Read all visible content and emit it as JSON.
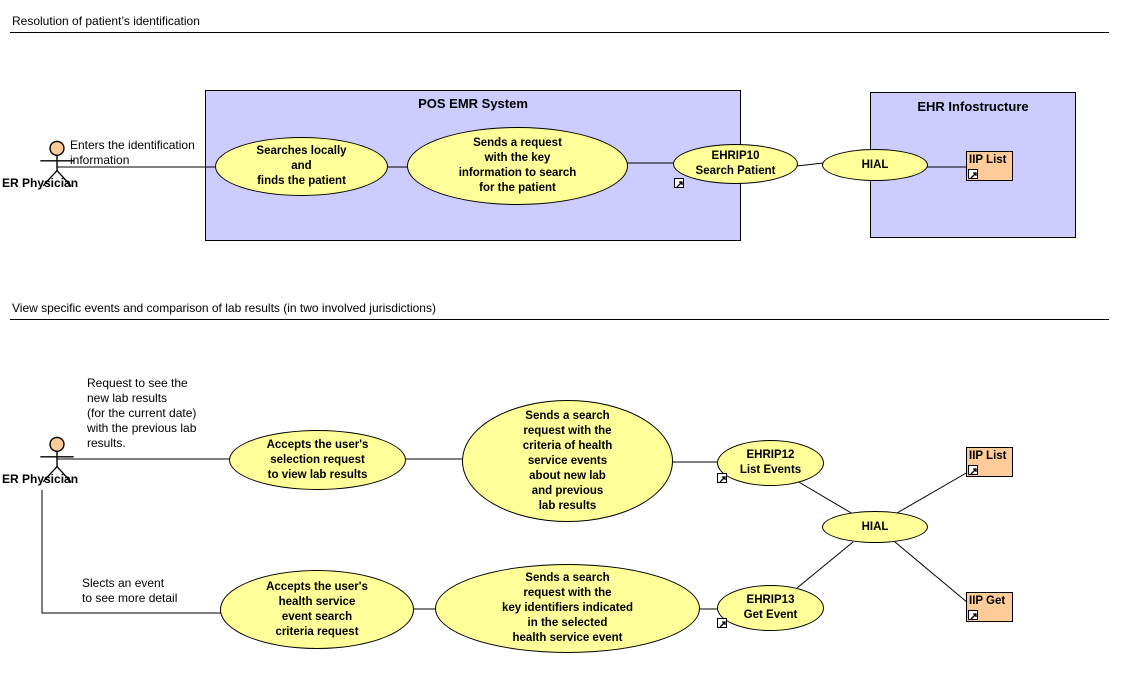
{
  "sections": [
    {
      "title": "Resolution of patient’s identification"
    },
    {
      "title": "View specific events and comparison of lab results (in two involved jurisdictions)"
    }
  ],
  "diagram1": {
    "actor": "ER Physician",
    "edge_label": "Enters the identification\ninformation",
    "system_title": "POS EMR System",
    "uc1": "Searches locally\nand\nfinds the patient",
    "uc2": "Sends a request\nwith the key\ninformation to search\nfor the patient",
    "ehrip": "EHRIP10\nSearch Patient",
    "hial": "HIAL",
    "infra_title": "EHR Infostructure",
    "comp": "IIP List"
  },
  "diagram2": {
    "actor": "ER Physician",
    "edge_label_top": "Request to see the\nnew lab results\n(for the current date)\nwith the previous lab\nresults.",
    "edge_label_bottom": "Slects an event\nto see more detail",
    "system_title": "POS EMR System",
    "uc1": "Accepts the user's\nselection request\nto view lab results",
    "uc2": "Sends a search\nrequest with the\ncriteria of health\nservice events\nabout new lab\nand previous\nlab results",
    "uc3": "Accepts the user's\nhealth service\nevent search\ncriteria request",
    "uc4": "Sends a search\nrequest with the\nkey identifiers indicated\nin the selected\nhealth service event",
    "ehrip12": "EHRIP12\nList Events",
    "ehrip13": "EHRIP13\nGet Event",
    "hial": "HIAL",
    "infra_title": "EHR Infostructure",
    "comp1": "IIP List",
    "comp2": "IIP Get"
  },
  "colors": {
    "system_fill": "#ccccff",
    "usecase_fill": "#ffff99",
    "component_fill": "#ffcc99",
    "actor_fill": "#ffcc99"
  },
  "icons": [
    "actor-icon",
    "link-arrow-icon"
  ]
}
